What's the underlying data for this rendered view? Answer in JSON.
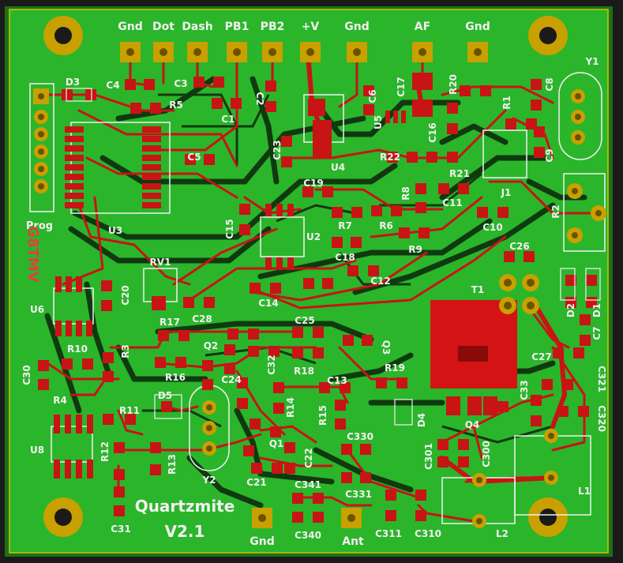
{
  "board": {
    "title": "Quartzmite",
    "version": "V2.1",
    "mirror_text": "G8TMV",
    "colors": {
      "outer": "#1a1a1a",
      "substrate": "#1e6e1a",
      "ground_pour": "#2bb52b",
      "trace_bottom": "#0f3a10",
      "trace_top": "#c81414",
      "pad_gold": "#c8a000",
      "pad_dark": "#6a5200",
      "silkscreen": "#f0f0f0",
      "edge": "#c8c800"
    }
  },
  "connector_labels": [
    {
      "id": "gnd1",
      "text": "Gnd"
    },
    {
      "id": "dot",
      "text": "Dot"
    },
    {
      "id": "dash",
      "text": "Dash"
    },
    {
      "id": "pb1",
      "text": "PB1"
    },
    {
      "id": "pb2",
      "text": "PB2"
    },
    {
      "id": "vplus",
      "text": "+V"
    },
    {
      "id": "gnd2",
      "text": "Gnd"
    },
    {
      "id": "af",
      "text": "AF"
    },
    {
      "id": "gnd3",
      "text": "Gnd"
    },
    {
      "id": "gnd4",
      "text": "Gnd"
    },
    {
      "id": "ant",
      "text": "Ant"
    },
    {
      "id": "prog",
      "text": "Prog"
    }
  ],
  "components": [
    {
      "ref": "D3"
    },
    {
      "ref": "C4"
    },
    {
      "ref": "R5"
    },
    {
      "ref": "C3"
    },
    {
      "ref": "C1"
    },
    {
      "ref": "C2"
    },
    {
      "ref": "C6"
    },
    {
      "ref": "C17"
    },
    {
      "ref": "R20"
    },
    {
      "ref": "R1"
    },
    {
      "ref": "C8"
    },
    {
      "ref": "Y1"
    },
    {
      "ref": "C5"
    },
    {
      "ref": "C23"
    },
    {
      "ref": "U4"
    },
    {
      "ref": "U5"
    },
    {
      "ref": "R22"
    },
    {
      "ref": "C16"
    },
    {
      "ref": "C9"
    },
    {
      "ref": "R21"
    },
    {
      "ref": "R8"
    },
    {
      "ref": "C11"
    },
    {
      "ref": "J1"
    },
    {
      "ref": "C19"
    },
    {
      "ref": "C15"
    },
    {
      "ref": "R7"
    },
    {
      "ref": "R6"
    },
    {
      "ref": "R2"
    },
    {
      "ref": "U3"
    },
    {
      "ref": "U2"
    },
    {
      "ref": "R9"
    },
    {
      "ref": "C10"
    },
    {
      "ref": "C18"
    },
    {
      "ref": "C26"
    },
    {
      "ref": "RV1"
    },
    {
      "ref": "C12"
    },
    {
      "ref": "U6"
    },
    {
      "ref": "C20"
    },
    {
      "ref": "C14"
    },
    {
      "ref": "R4"
    },
    {
      "ref": "T1"
    },
    {
      "ref": "D2"
    },
    {
      "ref": "D1"
    },
    {
      "ref": "R17"
    },
    {
      "ref": "C28"
    },
    {
      "ref": "C25"
    },
    {
      "ref": "C7"
    },
    {
      "ref": "R10"
    },
    {
      "ref": "R3"
    },
    {
      "ref": "Q2"
    },
    {
      "ref": "Q3"
    },
    {
      "ref": "C32"
    },
    {
      "ref": "C27"
    },
    {
      "ref": "C30"
    },
    {
      "ref": "R16"
    },
    {
      "ref": "R18"
    },
    {
      "ref": "R19"
    },
    {
      "ref": "C321"
    },
    {
      "ref": "C24"
    },
    {
      "ref": "C13"
    },
    {
      "ref": "R14"
    },
    {
      "ref": "C33"
    },
    {
      "ref": "R15"
    },
    {
      "ref": "D4"
    },
    {
      "ref": "Q4"
    },
    {
      "ref": "C320"
    },
    {
      "ref": "D5"
    },
    {
      "ref": "R11"
    },
    {
      "ref": "Q1"
    },
    {
      "ref": "U8"
    },
    {
      "ref": "C22"
    },
    {
      "ref": "C330"
    },
    {
      "ref": "C301"
    },
    {
      "ref": "C300"
    },
    {
      "ref": "R12"
    },
    {
      "ref": "R13"
    },
    {
      "ref": "Y2"
    },
    {
      "ref": "C21"
    },
    {
      "ref": "C341"
    },
    {
      "ref": "C331"
    },
    {
      "ref": "L1"
    },
    {
      "ref": "C31"
    },
    {
      "ref": "C340"
    },
    {
      "ref": "C311"
    },
    {
      "ref": "C310"
    },
    {
      "ref": "L2"
    }
  ]
}
